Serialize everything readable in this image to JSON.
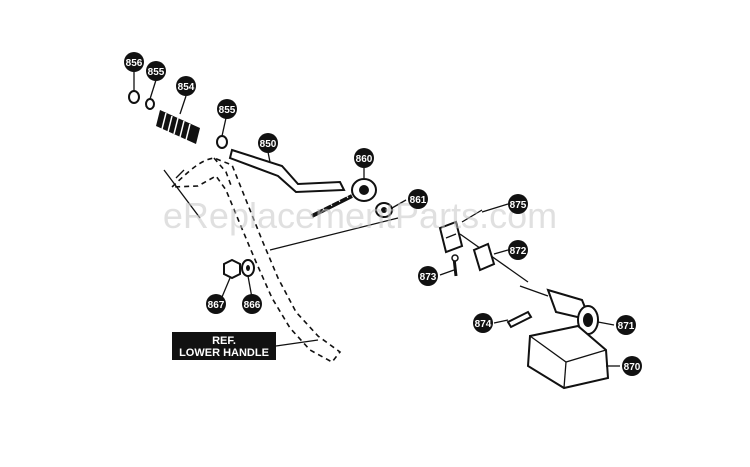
{
  "watermark": "eReplacementParts.com",
  "reference_label": {
    "line1": "REF.",
    "line2": "LOWER HANDLE"
  },
  "callouts": {
    "c856": "856",
    "c855_top": "855",
    "c854": "854",
    "c855_mid": "855",
    "c850": "850",
    "c860": "860",
    "c861": "861",
    "c875": "875",
    "c872": "872",
    "c873": "873",
    "c874": "874",
    "c871": "871",
    "c870": "870",
    "c867": "867",
    "c866": "866"
  }
}
